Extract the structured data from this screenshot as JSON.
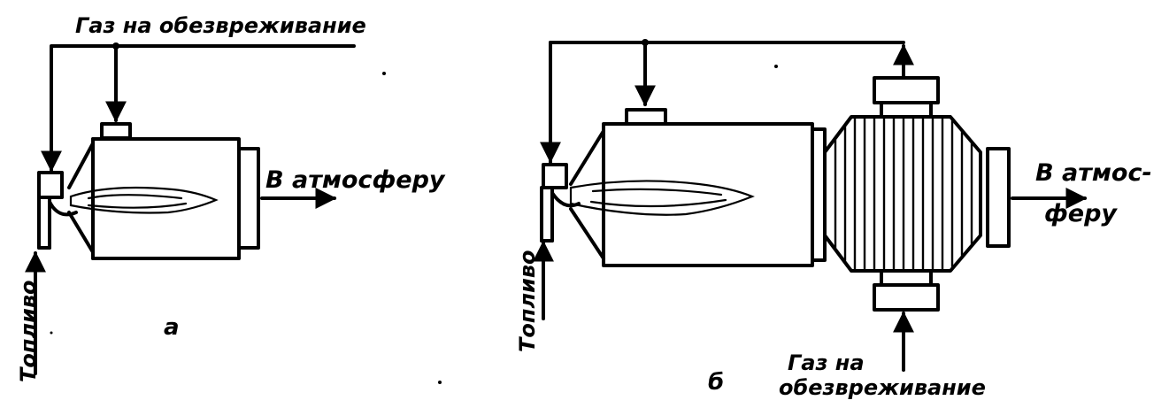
{
  "diagram_a": {
    "caption": "а",
    "gas_label": "Газ на обезвреживание",
    "fuel_label": "Топливо",
    "exhaust_label": "В атмосферу"
  },
  "diagram_b": {
    "caption": "б",
    "fuel_label": "Топливо",
    "exhaust_label_line1": "В атмос-",
    "exhaust_label_line2": "феру",
    "gas_label_line1": "Газ на",
    "gas_label_line2": "обезвреживание"
  },
  "colors": {
    "ink": "#000000",
    "paper": "#ffffff"
  }
}
